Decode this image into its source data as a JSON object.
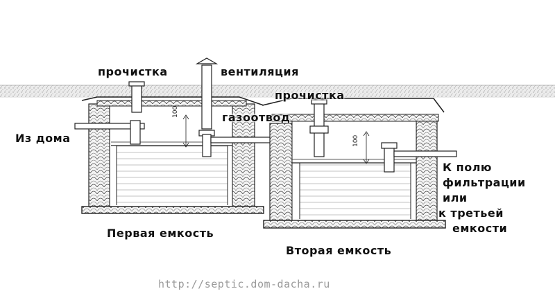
{
  "labels": {
    "cleanout_left": "прочистка",
    "ventilation": "вентиляция",
    "cleanout_right": "прочистка",
    "gas_outlet": "газоотвод",
    "from_house": "Из дома",
    "to_field_1": "К полю",
    "to_field_2": "фильтрации",
    "to_field_3": "или",
    "to_field_4": "к третьей",
    "to_field_5": "емкости",
    "tank_first": "Первая емкость",
    "tank_second": "Вторая емкость",
    "dim_left": "100",
    "dim_right": "100"
  },
  "footer": {
    "url": "http://septic.dom-dacha.ru"
  },
  "colors": {
    "line": "#222222",
    "ground": "#bdbdbd",
    "water": "#8a8a8a",
    "url": "#9a9a9a"
  }
}
